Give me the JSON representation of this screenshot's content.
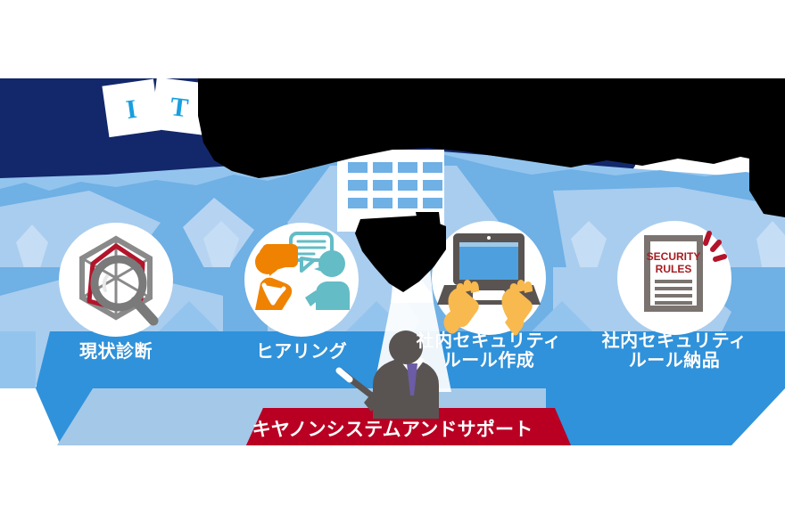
{
  "graphic": {
    "title_card_letters": [
      "I",
      "T"
    ],
    "document_icon_title_line1": "SECURITY",
    "document_icon_title_line2": "RULES",
    "banner_label": "キヤノンシステムアンドサポート",
    "redaction_note": "redacted-black-area"
  },
  "steps": [
    {
      "id": "step-1",
      "label": "現状診断",
      "icon": "radar-chart-magnifier-icon",
      "lines": 1
    },
    {
      "id": "step-2",
      "label": "ヒアリング",
      "icon": "two-people-conversation-icon",
      "lines": 1
    },
    {
      "id": "step-3",
      "label": "社内セキュリティ\nルール作成",
      "icon": "laptop-typing-hands-icon",
      "lines": 2
    },
    {
      "id": "step-4",
      "label": "社内セキュリティ\nルール納品",
      "icon": "security-rules-document-icon",
      "lines": 2
    }
  ],
  "colors": {
    "navy": "#13276b",
    "mid_blue": "#6fb0e5",
    "light_blue": "#93c4ee",
    "pale_blue": "#a9cdee",
    "band_blue": "#2f92db",
    "trapezoid_blue": "#a3c8e8",
    "red": "#b90023",
    "white": "#ffffff",
    "icon_gray": "#7a7a7a",
    "icon_dark_gray": "#595452",
    "accent_red": "#b3142a",
    "orange": "#ef8200",
    "teal": "#63bcc6",
    "hand_yellow": "#f8b94f",
    "screen_blue": "#4d9fdd",
    "letter_blue": "#179fe0",
    "tie_purple": "#6b5ca5",
    "black_redaction": "#000000"
  }
}
